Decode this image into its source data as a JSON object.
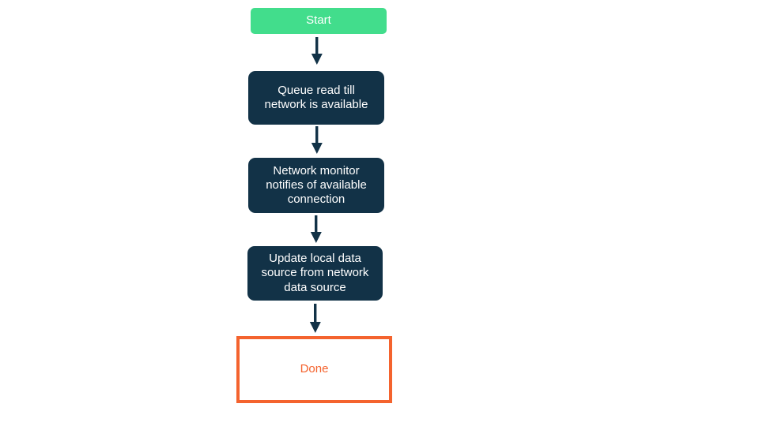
{
  "diagram": {
    "title_text": "",
    "background_color": "#ffffff",
    "colors": {
      "start_fill": "#42dd8c",
      "process_fill": "#123247",
      "process_text": "#ffffff",
      "terminal_border": "#f4632e",
      "terminal_text": "#f4632e",
      "terminal_fill": "#ffffff",
      "arrow": "#123247"
    },
    "nodes": [
      {
        "id": "start",
        "label": "Start",
        "shape": "rounded-rect",
        "style": "start"
      },
      {
        "id": "queue",
        "label": "Queue read till\nnetwork is available",
        "shape": "rounded-rect",
        "style": "process"
      },
      {
        "id": "monitor",
        "label": "Network monitor\nnotifies of available\nconnection",
        "shape": "rounded-rect",
        "style": "process"
      },
      {
        "id": "update",
        "label": "Update local data\nsource from network\ndata source",
        "shape": "rounded-rect",
        "style": "process"
      },
      {
        "id": "done",
        "label": "Done",
        "shape": "rect",
        "style": "terminal"
      }
    ],
    "edges": [
      {
        "from": "start",
        "to": "queue",
        "label": "",
        "arrowhead": "filled-triangle"
      },
      {
        "from": "queue",
        "to": "monitor",
        "label": "",
        "arrowhead": "filled-triangle"
      },
      {
        "from": "monitor",
        "to": "update",
        "label": "",
        "arrowhead": "filled-triangle"
      },
      {
        "from": "update",
        "to": "done",
        "label": "",
        "arrowhead": "filled-triangle"
      }
    ]
  }
}
